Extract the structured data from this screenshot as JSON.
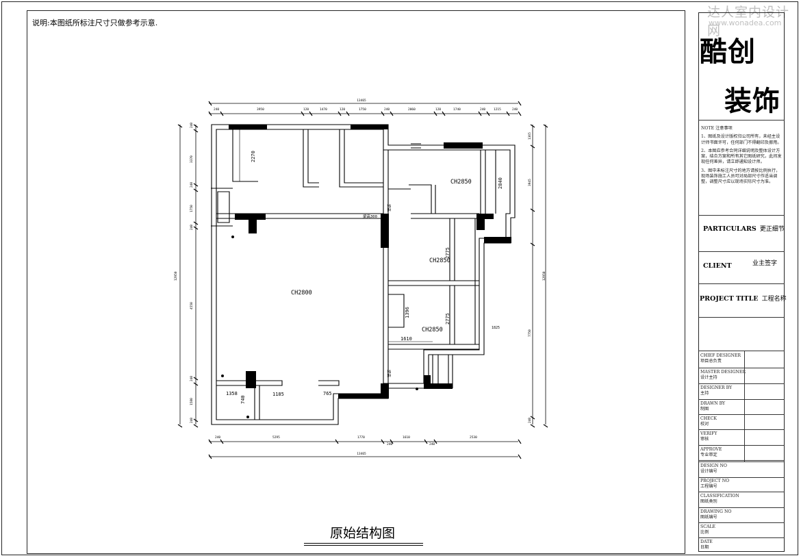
{
  "watermark": {
    "site_cn": "达人室内设计网",
    "site_url": "www.wonadea.com"
  },
  "sheet": {
    "note": "说明:本图纸所标注尺寸只做参考示意."
  },
  "title_block": {
    "company_line1": "酷创",
    "company_line2": "装饰",
    "notes_heading": "NOTE   注意事项",
    "notes": [
      "1、图纸及设计版权归公司所有，未经主设计师书面许可，任何部门不得翻印及挪用。",
      "2、本图应参考合同详细说明及整体设计方案，结合方案和所有其它图纸研究，此间发现任何差异，请立即通知设计师。",
      "3、图中未标注尺寸的地方请按比例执行，现场装饰施工人员可对局部尺寸作适当调整，调整尺寸应以现场实际尺寸为准。"
    ],
    "particulars_en": "PARTICULARS",
    "particulars_cn": "更正细节",
    "client_en": "CLIENT",
    "client_cn": "业主签字",
    "project_title_en": "PROJECT TITLE",
    "project_title_cn": "工程名称",
    "rows": [
      {
        "en": "CHIEF DESIGNER",
        "cn": "项目总负责"
      },
      {
        "en": "MASTER DESIGNER",
        "cn": "设计主持"
      },
      {
        "en": "DESIGNER BY",
        "cn": "主持"
      },
      {
        "en": "DRAWN BY",
        "cn": "制图"
      },
      {
        "en": "CHECK",
        "cn": "校对"
      },
      {
        "en": "VERIFY",
        "cn": "审核"
      },
      {
        "en": "APPROVE",
        "cn": "专业审定"
      },
      {
        "en": "DESIGN NO",
        "cn": "设计编号"
      },
      {
        "en": "PROJECT NO",
        "cn": "工程编号"
      },
      {
        "en": "CLASSIFICATION",
        "cn": "图纸类别"
      },
      {
        "en": "DRAWING NO",
        "cn": "图纸编号"
      },
      {
        "en": "SCALE",
        "cn": "比例"
      },
      {
        "en": "DATE",
        "cn": "日期"
      }
    ]
  },
  "plan": {
    "caption": "原始结构图",
    "rooms": [
      "CH2800",
      "CH2850",
      "CH2850",
      "CH2850"
    ],
    "beam_label": "梁高300",
    "beam_label_vertical": "梁高",
    "dims_top_total": "13465",
    "dims_top": [
      "240",
      "3950",
      "120",
      "1470",
      "120",
      "1750",
      "240",
      "2060",
      "120",
      "1740",
      "240",
      "1215",
      "240"
    ],
    "dims_bottom": [
      "240",
      "5295",
      "1770",
      "240",
      "1610",
      "240",
      "2530"
    ],
    "dims_bottom_total": "13465",
    "dims_left": [
      "240",
      "3370",
      "240",
      "1750",
      "240",
      "4550",
      "240",
      "1580",
      "240"
    ],
    "dims_left_total": "12950",
    "dims_right": [
      "1365",
      "3945",
      "7750",
      "240"
    ],
    "dims_right_total": "12950",
    "dims_inner": [
      "2270",
      "2840",
      "2775",
      "2775",
      "1396",
      "1610",
      "1358",
      "1185",
      "765",
      "740",
      "1825"
    ]
  }
}
